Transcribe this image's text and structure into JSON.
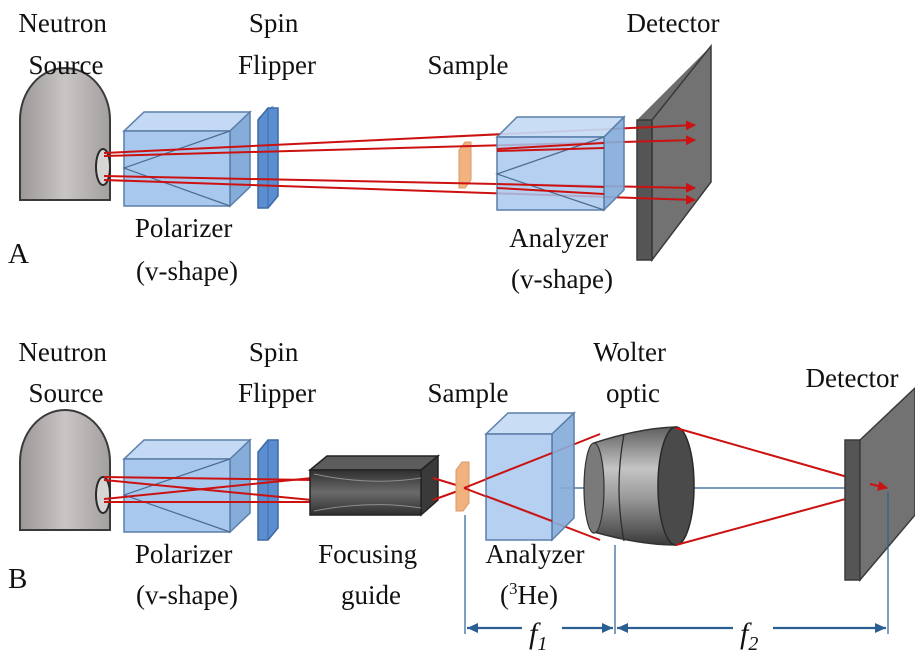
{
  "panel_a": {
    "letter": "A",
    "source_label": [
      "Neutron",
      "Source"
    ],
    "flipper_label": [
      "Spin",
      "Flipper"
    ],
    "sample_label": "Sample",
    "detector_label": "Detector",
    "polarizer_label": [
      "Polarizer",
      "(v-shape)"
    ],
    "analyzer_label": [
      "Analyzer",
      "(v-shape)"
    ]
  },
  "panel_b": {
    "letter": "B",
    "source_label": [
      "Neutron",
      "Source"
    ],
    "flipper_label": [
      "Spin",
      "Flipper"
    ],
    "sample_label": "Sample",
    "wolter_label": [
      "Wolter",
      "optic"
    ],
    "detector_label": "Detector",
    "polarizer_label": [
      "Polarizer",
      "(v-shape)"
    ],
    "guide_label": [
      "Focusing",
      "guide"
    ],
    "analyzer_label": {
      "line1": "Analyzer",
      "open": "(",
      "sup": "3",
      "rest": "He)"
    },
    "f1": {
      "main": "f",
      "sub": "1"
    },
    "f2": {
      "main": "f",
      "sub": "2"
    }
  },
  "colors": {
    "beam": "#cc1111",
    "crystal_front": "#a8c8ee",
    "crystal_top": "#c4daf4",
    "crystal_side": "#86acd9",
    "flipper": "#5b8ed0",
    "source": "#b6b2b2",
    "detector": "#6d6d6d",
    "sample": "#f2b27f",
    "guide": "#454545",
    "optic": "#8a8a8a",
    "axis": "#2c5f91"
  }
}
